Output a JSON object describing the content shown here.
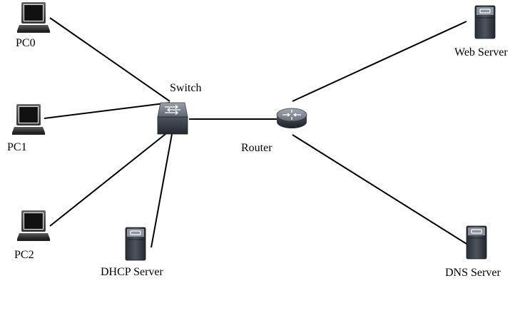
{
  "diagram": {
    "nodes": [
      {
        "id": "pc0",
        "kind": "pc",
        "label": "PC0"
      },
      {
        "id": "pc1",
        "kind": "pc",
        "label": "PC1"
      },
      {
        "id": "pc2",
        "kind": "pc",
        "label": "PC2"
      },
      {
        "id": "switch",
        "kind": "switch",
        "label": "Switch"
      },
      {
        "id": "router",
        "kind": "router",
        "label": "Router"
      },
      {
        "id": "dhcp",
        "kind": "server",
        "label": "DHCP Server"
      },
      {
        "id": "web",
        "kind": "server",
        "label": "Web Server"
      },
      {
        "id": "dns",
        "kind": "server",
        "label": "DNS Server"
      }
    ],
    "links": [
      {
        "from": "pc0",
        "to": "switch"
      },
      {
        "from": "pc1",
        "to": "switch"
      },
      {
        "from": "pc2",
        "to": "switch"
      },
      {
        "from": "dhcp",
        "to": "switch"
      },
      {
        "from": "switch",
        "to": "router"
      },
      {
        "from": "router",
        "to": "web"
      },
      {
        "from": "router",
        "to": "dns"
      }
    ]
  }
}
